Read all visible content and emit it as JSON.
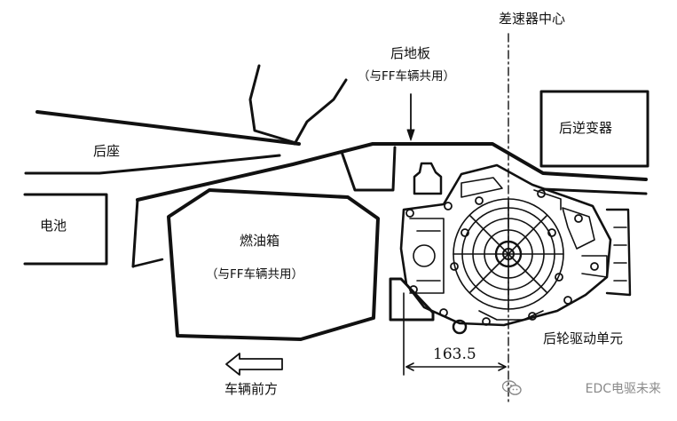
{
  "labels": {
    "diff_center": "差速器中心",
    "rear_floor": "后地板",
    "rear_floor_note": "（与FF车辆共用）",
    "rear_seat": "后座",
    "rear_inverter": "后逆变器",
    "battery": "电池",
    "fuel_tank": "燃油箱",
    "fuel_tank_note": "（与FF车辆共用）",
    "rear_drive_unit": "后轮驱动单元",
    "dimension": "163.5",
    "vehicle_front": "车辆前方"
  },
  "watermark": {
    "text": "EDC电驱未来",
    "icon": "wechat-icon"
  },
  "colors": {
    "line": "#111111",
    "watermark": "#8a8a8a"
  }
}
